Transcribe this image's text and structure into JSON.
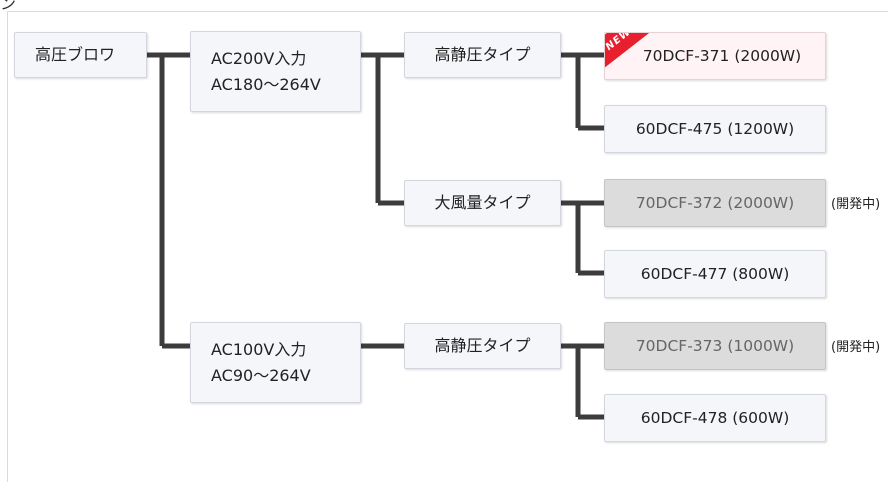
{
  "root": "高圧ブロワ",
  "branches": [
    {
      "input": "AC200V入力",
      "range": "AC180〜264V"
    },
    {
      "input": "AC100V入力",
      "range": "AC90〜264V"
    }
  ],
  "types": [
    "高静圧タイプ",
    "大風量タイプ",
    "高静圧タイプ"
  ],
  "models": [
    {
      "name": "70DCF-371 (2000W)",
      "badge": "NEW",
      "status": ""
    },
    {
      "name": "60DCF-475 (1200W)",
      "badge": "",
      "status": ""
    },
    {
      "name": "70DCF-372 (2000W)",
      "badge": "",
      "status": "(開発中)"
    },
    {
      "name": "60DCF-477 (800W)",
      "badge": "",
      "status": ""
    },
    {
      "name": "70DCF-373 (1000W)",
      "badge": "",
      "status": "(開発中)"
    },
    {
      "name": "60DCF-478 (600W)",
      "badge": "",
      "status": ""
    }
  ],
  "colors": {
    "connector": "#3c3c3c",
    "new_badge": "#e8202e",
    "in_development": "#dcdcdc"
  }
}
